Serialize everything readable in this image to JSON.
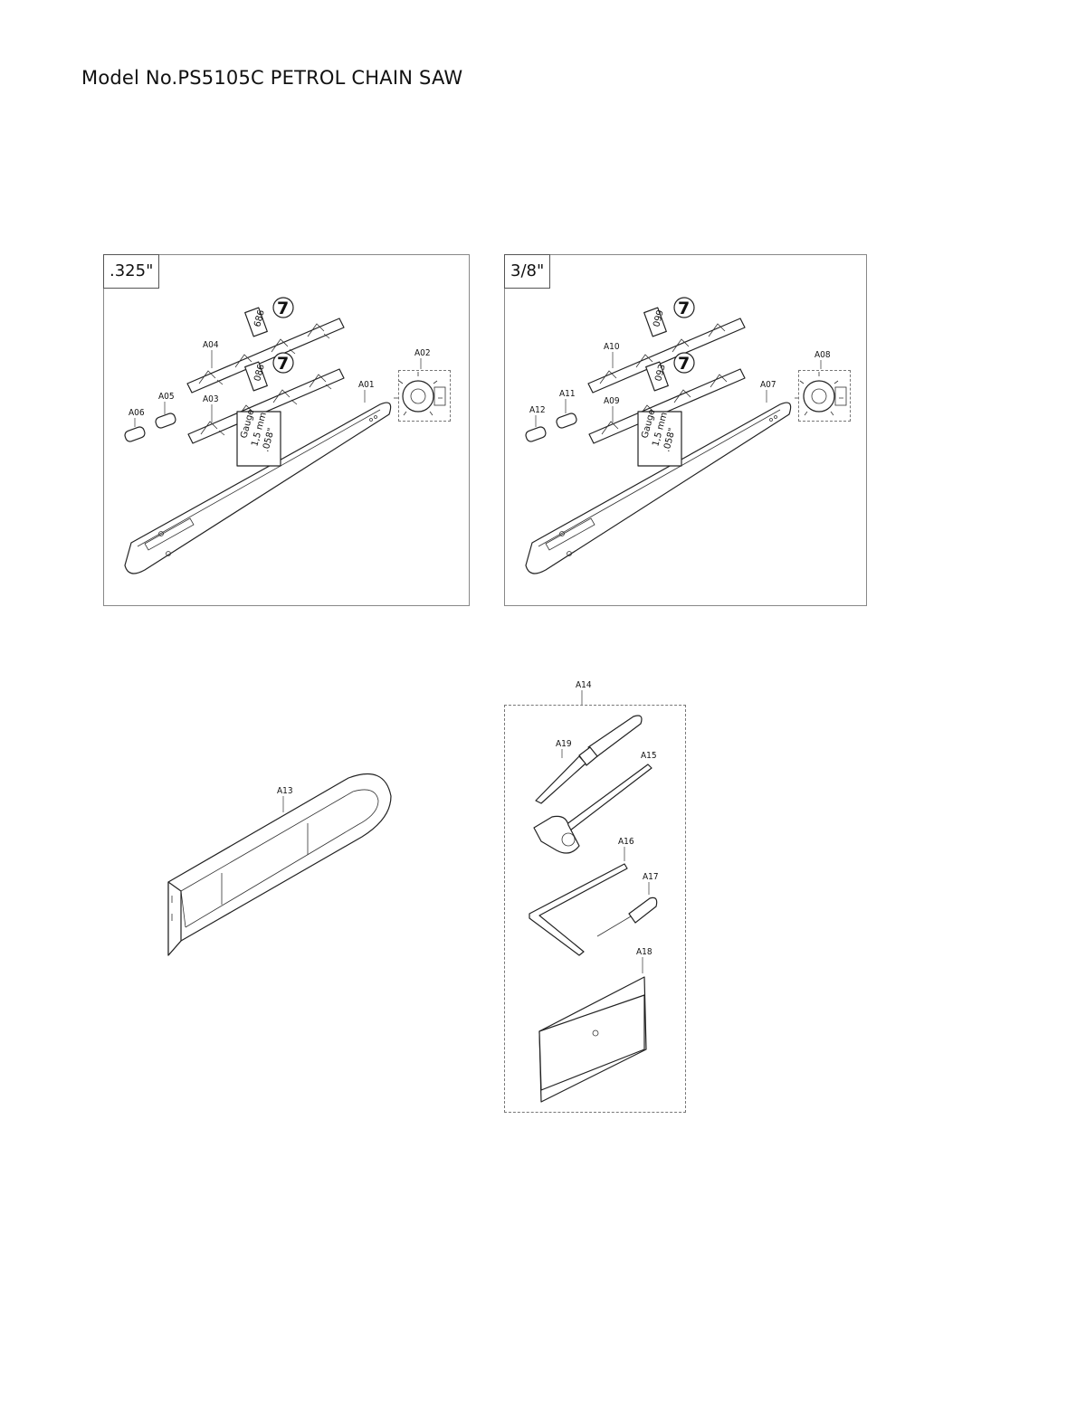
{
  "title": "Model No.PS5105C PETROL CHAIN SAW",
  "panels": [
    {
      "tag": ".325\"",
      "parts": {
        "bar": "A01",
        "sprocket": "A02",
        "chain_lower": "A03",
        "chain_upper": "A04",
        "link_a": "A05",
        "link_b": "A06"
      },
      "chain_codes": [
        "686",
        "086"
      ],
      "count_badge": "7",
      "gauge": [
        "Gauge",
        "1,5 mm",
        ".058\""
      ]
    },
    {
      "tag": "3/8\"",
      "parts": {
        "bar": "A07",
        "sprocket": "A08",
        "chain_lower": "A09",
        "chain_upper": "A10",
        "link_a": "A11",
        "link_b": "A12"
      },
      "chain_codes": [
        "099",
        "093"
      ],
      "count_badge": "7",
      "gauge": [
        "Gauge",
        "1,5 mm",
        ".058\""
      ]
    }
  ],
  "bar_cover": {
    "label": "A13"
  },
  "tool_kit": {
    "label": "A14",
    "items": {
      "screwdriver": "A19",
      "file_gauge": "A15",
      "hex_key": "A16",
      "small_screwdriver": "A17",
      "pouch": "A18"
    }
  }
}
